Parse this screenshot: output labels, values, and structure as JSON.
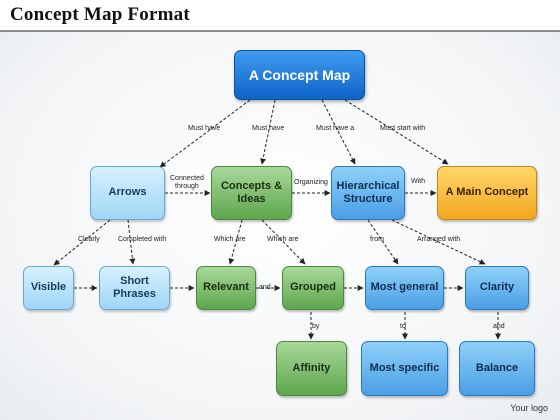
{
  "title": "Concept Map Format",
  "logo": "Your logo",
  "nodes": {
    "root": "A Concept Map",
    "arrows": "Arrows",
    "concepts": "Concepts & Ideas",
    "hierarchical": "Hierarchical Structure",
    "main_concept": "A Main Concept",
    "visible": "Visible",
    "short_phrases": "Short Phrases",
    "relevant": "Relevant",
    "grouped": "Grouped",
    "most_general": "Most general",
    "clarity": "Clarity",
    "affinity": "Affinity",
    "most_specific": "Most specific",
    "balance": "Balance"
  },
  "edges": {
    "must_have_1": "Must have",
    "must_have_2": "Must have",
    "must_have_a": "Must have a",
    "must_start_with": "Must start with",
    "connected_through_1": "Connected",
    "connected_through_2": "through",
    "organizing": "Organizing",
    "with": "With",
    "clearly": "Clearly",
    "completed_with": "Completed with",
    "which_are_1": "Which are",
    "which_are_2": "Which are",
    "from": "from",
    "arranged_with": "Arranged with",
    "and_1": "and",
    "by": "by",
    "to": "to",
    "and_2": "and"
  },
  "colors": {
    "root": "#1a73d6",
    "light_blue": "#b9e3fa",
    "mid_blue": "#5aaaea",
    "green": "#7cbd6a",
    "orange": "#f7b731"
  }
}
